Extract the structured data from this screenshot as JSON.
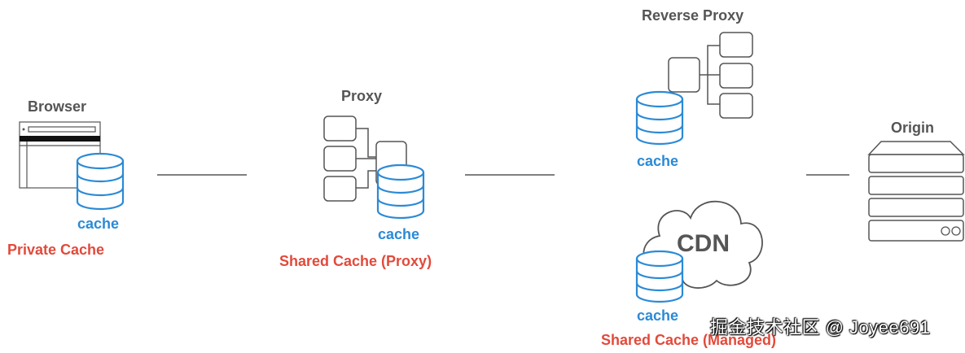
{
  "diagram": {
    "browser": {
      "title": "Browser",
      "cache_label": "cache",
      "type_label": "Private Cache"
    },
    "proxy": {
      "title": "Proxy",
      "cache_label": "cache",
      "type_label": "Shared Cache (Proxy)"
    },
    "reverse_proxy": {
      "title": "Reverse Proxy",
      "cache_label": "cache"
    },
    "cdn": {
      "title": "CDN",
      "cache_label": "cache",
      "type_label": "Shared Cache (Managed)"
    },
    "origin": {
      "title": "Origin"
    }
  },
  "watermark": "掘金技术社区 @ Joyee691",
  "colors": {
    "cache_blue": "#2b8ad6",
    "label_red": "#e24a3b",
    "gray": "#555555"
  }
}
